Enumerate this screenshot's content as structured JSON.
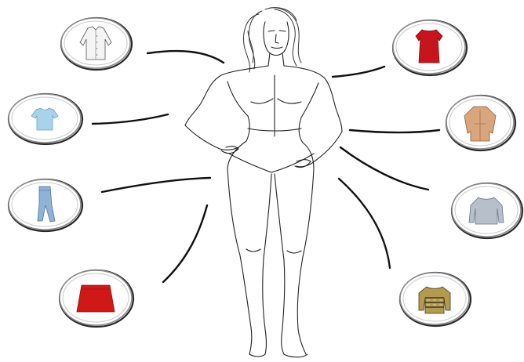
{
  "diagram": {
    "items": [
      {
        "id": "white-shirt",
        "icon": "white-button-shirt-icon",
        "color": "#f4f4f4"
      },
      {
        "id": "blue-tshirt",
        "icon": "light-blue-tshirt-icon",
        "color": "#a9d3ea"
      },
      {
        "id": "jeans",
        "icon": "light-blue-jeans-icon",
        "color": "#8fb2d6"
      },
      {
        "id": "red-skirt",
        "icon": "red-skirt-icon",
        "color": "#d01818"
      },
      {
        "id": "red-dress",
        "icon": "red-dress-icon",
        "color": "#c8141c"
      },
      {
        "id": "beige-coat",
        "icon": "beige-trench-coat-icon",
        "color": "#d9a57c"
      },
      {
        "id": "grey-sweater",
        "icon": "grey-sweater-icon",
        "color": "#b7bfca"
      },
      {
        "id": "patterned-sweater",
        "icon": "patterned-sweater-icon",
        "color": "#b39a52"
      }
    ],
    "figure": {
      "icon": "fashion-figure-icon",
      "line_color": "#222222"
    }
  }
}
